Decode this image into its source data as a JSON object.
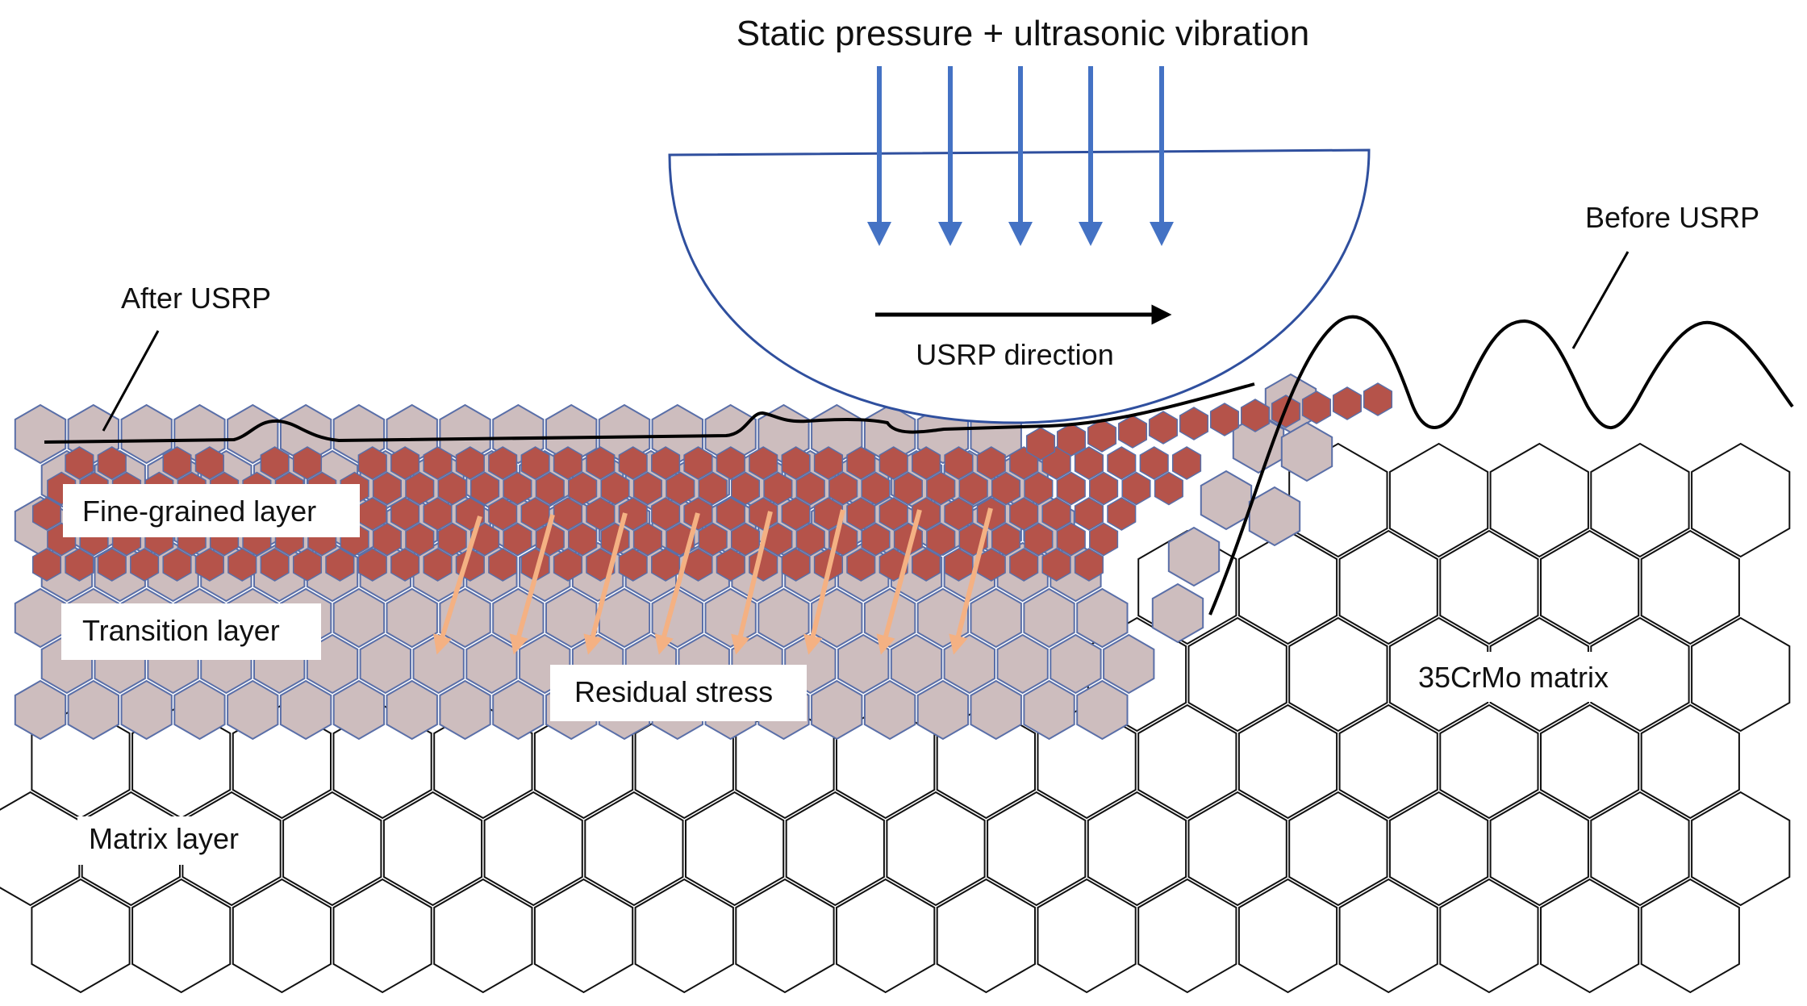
{
  "labels": {
    "top_title": "Static pressure + ultrasonic vibration",
    "after_usrp": "After USRP",
    "before_usrp": "Before USRP",
    "usrp_direction": "USRP direction",
    "fine_grained_layer": "Fine-grained layer",
    "transition_layer": "Transition layer",
    "residual_stress": "Residual stress",
    "matrix_layer": "Matrix layer",
    "matrix_35crmo": "35CrMo matrix"
  },
  "colors": {
    "fine_grain_fill": "#B5534A",
    "fine_grain_stroke": "#5A6FA8",
    "transition_fill": "#CDBDBE",
    "transition_stroke": "#5A6FA8",
    "matrix_stroke": "#111111",
    "roller_stroke": "#2F4F9E",
    "pressure_arrow": "#4472C4",
    "stress_arrow": "#F4B183",
    "surface_line": "#000000"
  }
}
